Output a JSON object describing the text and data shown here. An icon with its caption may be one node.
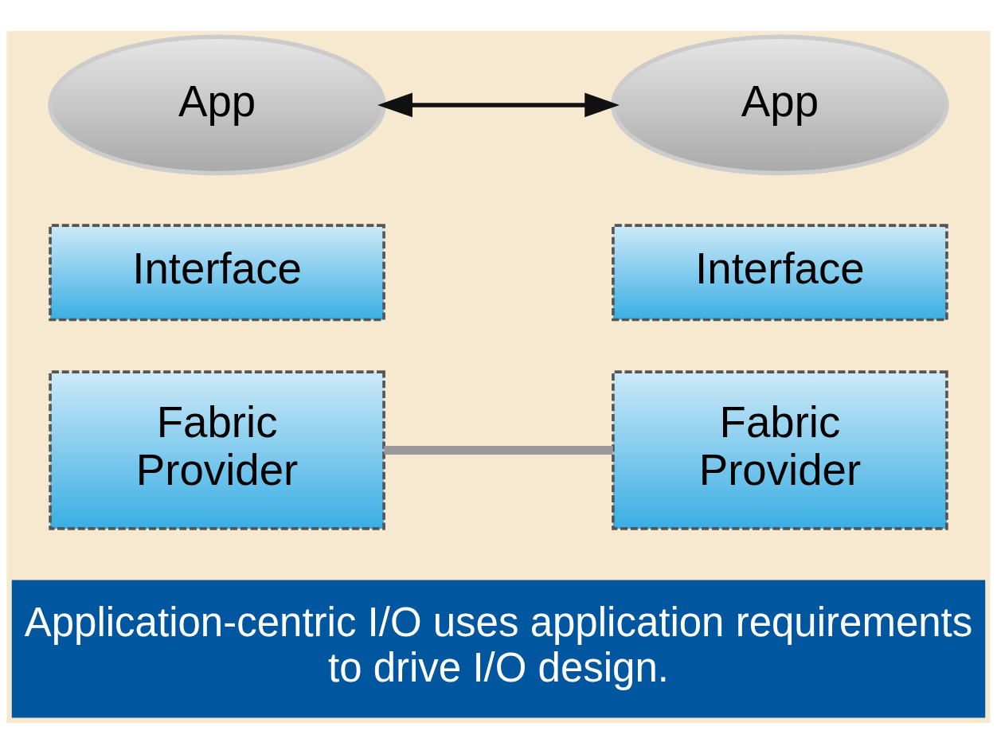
{
  "diagram": {
    "nodes": [
      {
        "text": [
          "App"
        ]
      },
      {
        "text": [
          "App"
        ]
      },
      {
        "text": [
          "Interface"
        ]
      },
      {
        "text": [
          "Interface"
        ]
      },
      {
        "text": [
          "Fabric Provider"
        ]
      },
      {
        "text": [
          "Fabric Provider"
        ]
      },
      {
        "text": [
          "Application-centric I/O uses application requirements to drive I/O design."
        ]
      }
    ],
    "edges": [
      {
        "from": 0,
        "to": 1,
        "arrow": "both"
      },
      {
        "from": 4,
        "to": 5,
        "arrow": "none",
        "style": "thick",
        "color": "#999999"
      }
    ]
  }
}
